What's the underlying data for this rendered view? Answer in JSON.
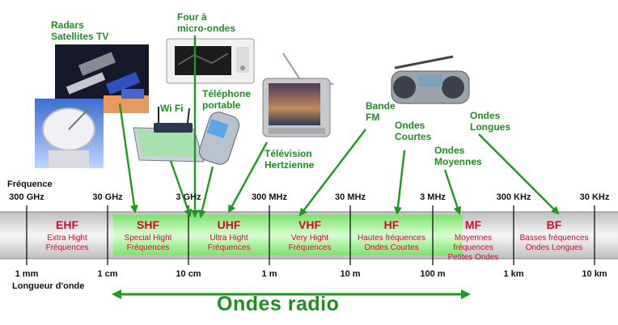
{
  "device_labels": {
    "radars": [
      "Radars",
      "Satellites TV"
    ],
    "four": [
      "Four à",
      "micro-ondes"
    ],
    "telephone": [
      "Téléphone",
      "portable"
    ],
    "wifi": [
      "Wi Fi"
    ],
    "television": [
      "Télévision",
      "Hertzienne"
    ],
    "bande_fm": [
      "Bande",
      "FM"
    ],
    "ondes_courtes": [
      "Ondes",
      "Courtes"
    ],
    "ondes_moyennes": [
      "Ondes",
      "Moyennes"
    ],
    "ondes_longues": [
      "Ondes",
      "Longues"
    ]
  },
  "axis": {
    "frequency_title": "Fréquence",
    "frequency_ticks": [
      "300 GHz",
      "30 GHz",
      "3 GHz",
      "300 MHz",
      "30 MHz",
      "3 MHz",
      "300 KHz",
      "30 KHz"
    ],
    "wavelength_title": "Longueur d'onde",
    "wavelength_ticks": [
      "1 mm",
      "1 cm",
      "10 cm",
      "1 m",
      "10 m",
      "100 m",
      "1 km",
      "10 km"
    ]
  },
  "bands": [
    {
      "name": "EHF",
      "line1": "Extra Hight",
      "line2": "Fréquences",
      "line3": ""
    },
    {
      "name": "SHF",
      "line1": "Special Hight",
      "line2": "Fréquences",
      "line3": ""
    },
    {
      "name": "UHF",
      "line1": "Ultra Hight",
      "line2": "Fréquences",
      "line3": ""
    },
    {
      "name": "VHF",
      "line1": "Very Hight",
      "line2": "Fréquences",
      "line3": ""
    },
    {
      "name": "HF",
      "line1": "Hautes fréquences",
      "line2": "Ondes Courtes",
      "line3": ""
    },
    {
      "name": "MF",
      "line1": "Moyennes",
      "line2": "fréquences",
      "line3": "Petites Ondes"
    },
    {
      "name": "BF",
      "line1": "Basses fréquences",
      "line2": "Ondes Longues",
      "line3": ""
    }
  ],
  "footer": {
    "title": "Ondes radio"
  },
  "colors": {
    "green": "#1f8f1f",
    "band_highlight": "#a9f39a",
    "band_red": "#c8102e",
    "bar_gray": "#d8d8d8"
  }
}
